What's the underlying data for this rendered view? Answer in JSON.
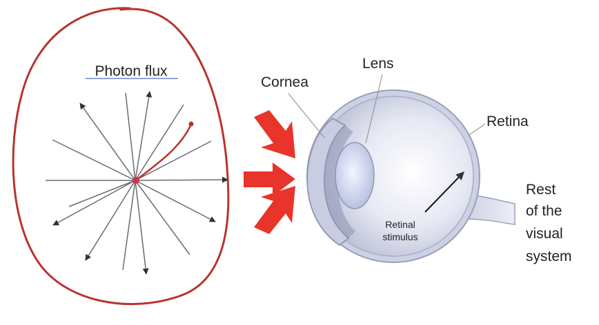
{
  "photon_panel": {
    "title": "Photon flux"
  },
  "eye": {
    "labels": {
      "cornea": "Cornea",
      "lens": "Lens",
      "retina": "Retina",
      "retinal_stimulus_line1": "Retinal",
      "retinal_stimulus_line2": "stimulus",
      "rest_line1": "Rest",
      "rest_line2": "of the",
      "rest_line3": "visual",
      "rest_line4": "system"
    }
  },
  "colors": {
    "ink_red": "#b8332e",
    "arrow_red": "#e8342a",
    "ray_gray": "#6b6b6b",
    "eye_body": "#d9dcec",
    "eye_outline": "#9aa0b8",
    "text": "#222222",
    "underline_blue": "#6a86d6"
  }
}
